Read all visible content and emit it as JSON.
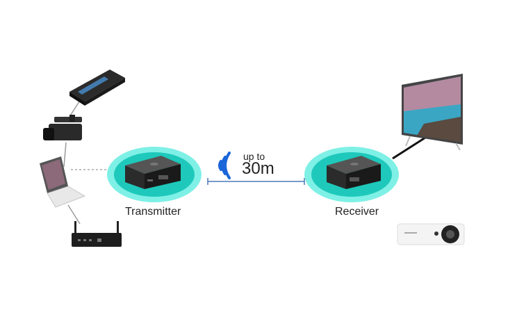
{
  "diagram": {
    "transmitter_label": "Transmitter",
    "receiver_label": "Receiver",
    "range_prefix": "up to",
    "range_value": "30m",
    "colors": {
      "glow_outer": "#5fe8de",
      "glow_inner": "#1ec9bb",
      "wifi_blue": "#1a66d9",
      "range_line": "#4a78b8",
      "device_dark": "#2a2a2a"
    },
    "sources": [
      "hdmi-switch",
      "camcorder",
      "laptop",
      "router"
    ],
    "displays": [
      "tv",
      "projector"
    ]
  }
}
